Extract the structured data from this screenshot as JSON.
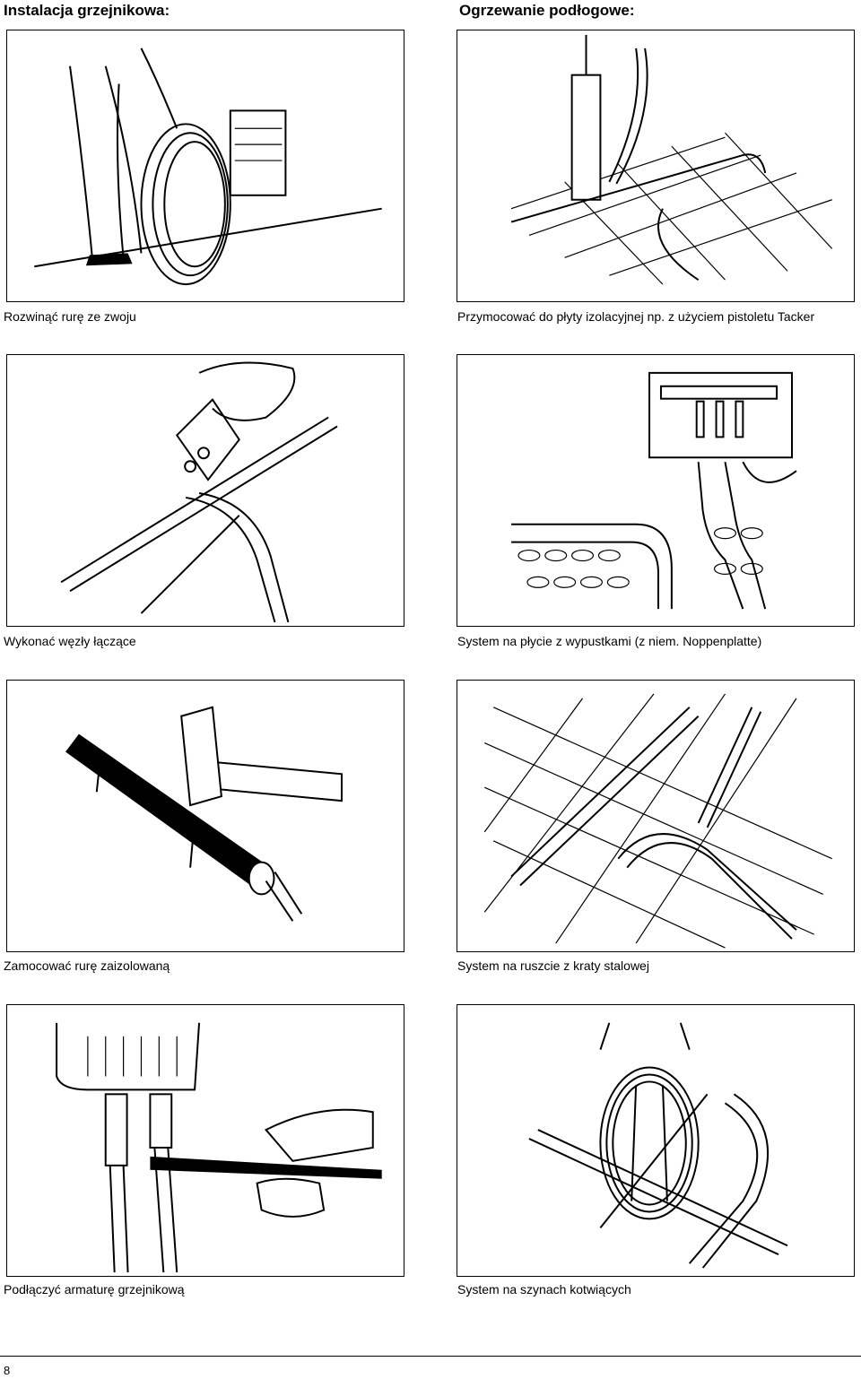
{
  "headings": {
    "left": "Instalacja grzejnikowa:",
    "right": "Ogrzewanie podłogowe:"
  },
  "panels": [
    {
      "caption": "Rozwinąć rurę ze zwoju",
      "icon": "person-unrolling-coil-illustration"
    },
    {
      "caption": "Przymocować do płyty izolacyjnej np. z użyciem pistoletu Tacker",
      "icon": "tacker-gun-fixing-illustration"
    },
    {
      "caption": "Wykonać węzły łączące",
      "icon": "press-tool-joint-illustration"
    },
    {
      "caption": "System na płycie z wypustkami (z niem. Noppenplatte)",
      "icon": "studded-plate-system-illustration"
    },
    {
      "caption": "Zamocować rurę zaizolowaną",
      "icon": "hammer-insulated-pipe-illustration"
    },
    {
      "caption": "System na ruszcie z kraty stalowej",
      "icon": "steel-mesh-grid-system-illustration"
    },
    {
      "caption": "Podłączyć armaturę grzejnikową",
      "icon": "radiator-valve-connection-illustration"
    },
    {
      "caption": "System na szynach kotwiących",
      "icon": "anchor-rail-system-illustration"
    }
  ],
  "footer": {
    "page_number": "8"
  }
}
